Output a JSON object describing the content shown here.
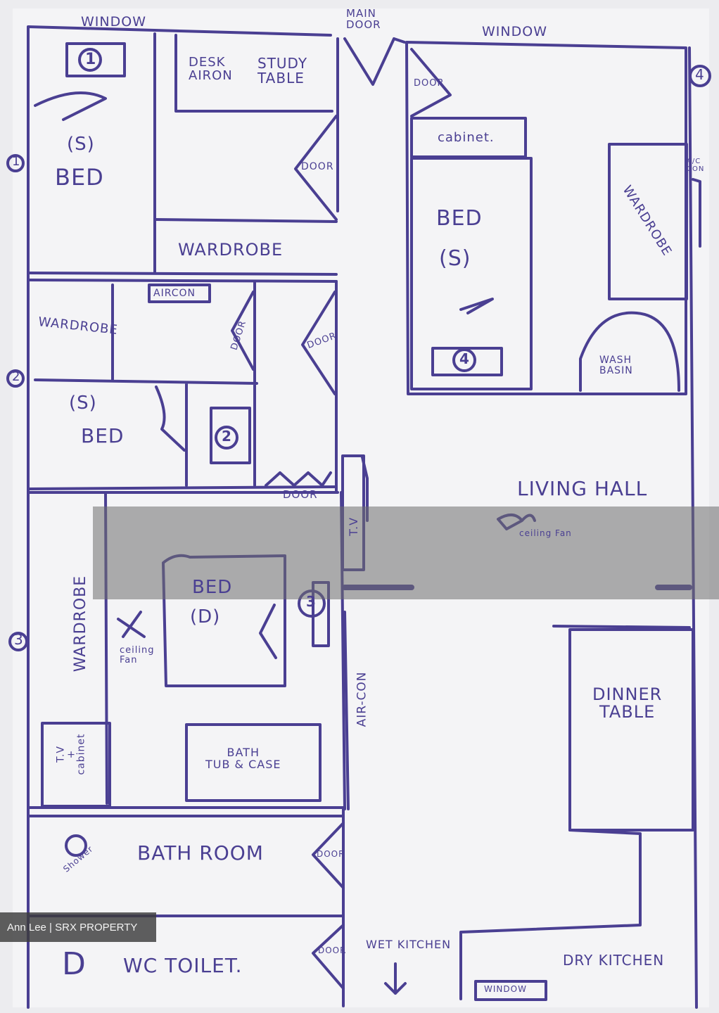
{
  "colors": {
    "ink": "#4a3f92",
    "paper": "#f4f4f6",
    "band": "#7a7a7a"
  },
  "labels": {
    "window_top_left": "WINDOW",
    "main_door": "MAIN\nDOOR",
    "window_top_right": "WINDOW",
    "desk_aircon": "DESK\nAIRON",
    "study_table": "STUDY\nTABLE",
    "door_room1": "DOOR",
    "bed1_size": "(S)",
    "bed1_label": "BED",
    "wardrobe1": "WARDROBE",
    "num1": "1",
    "side1": "1",
    "door_room4": "DOOR",
    "cabinet4": "cabinet.",
    "bed4_label": "BED",
    "bed4_size": "(S)",
    "num4": "4",
    "side4": "4",
    "wardrobe4": "WARDROBE",
    "aircon4": "A/C\nCON",
    "wash_basin": "WASH\nBASIN",
    "aircon2": "AIRCON",
    "wardrobe2": "WARDROBE",
    "door_room2_inner": "DOOR",
    "door_room2_corridor": "DOOR",
    "bed2_size": "(S)",
    "bed2_label": "BED",
    "num2": "2",
    "side2": "2",
    "door_room3": "DOOR",
    "tv_living": "T.V",
    "living_hall": "LIVING HALL",
    "ceiling_fan_living": "ceiling Fan",
    "wardrobe3": "WARDROBE",
    "bed3_label": "BED",
    "bed3_size": "(D)",
    "num3": "3",
    "side3": "3",
    "ceiling_fan_room3": "ceiling\nFan",
    "aircon_corridor": "AIR-CON",
    "tv_cabinet": "T.V\n+\ncabinet",
    "bath_tub": "BATH\nTUB & CASE",
    "dinner_table": "DINNER\nTABLE",
    "shower": "Shower",
    "bath_room": "BATH ROOM",
    "door_bath": "DOOR",
    "wc_mark": "D",
    "wc_toilet": "WC TOILET.",
    "door_wc": "DOOR",
    "wet_kitchen": "WET KITCHEN",
    "dry_kitchen": "DRY KITCHEN",
    "window_kitchen": "WINDOW"
  },
  "watermark": "Ann Lee | SRX PROPERTY"
}
